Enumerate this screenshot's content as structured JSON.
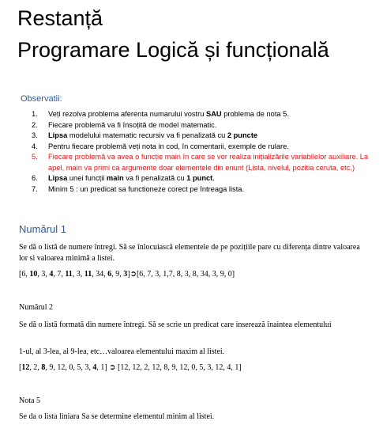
{
  "title_line1": "Restanță",
  "title_line2": "Programare Logică și funcțională",
  "observatii_heading": "Observatii:",
  "rules": [
    {
      "num": "1.",
      "parts": [
        [
          "Veți rezolva problema aferenta numarului vostru ",
          false
        ],
        [
          "SAU",
          true
        ],
        [
          " problema de nota 5.",
          false
        ]
      ],
      "red": false
    },
    {
      "num": "2.",
      "parts": [
        [
          "Fiecare problemă va fi însoțită de model matematic.",
          false
        ]
      ],
      "red": false
    },
    {
      "num": "3.",
      "parts": [
        [
          "Lipsa",
          true
        ],
        [
          " modelului matematic recursiv va fi penalizată cu ",
          false
        ],
        [
          "2 puncte",
          true
        ]
      ],
      "red": false
    },
    {
      "num": "4.",
      "parts": [
        [
          "Pentru fiecare problemă veți nota in cod, în comentarii, exemple de rulare.",
          false
        ]
      ],
      "red": false
    },
    {
      "num": "5.",
      "parts": [
        [
          "Fiecare problemă va avea o funcție main în care se vor realiza inițializările variabilelor auxiliare. La apel, main va primi ca argumente doar elementele din enunt (Lista, nivelul, pozitia ceruta, etc.)",
          false
        ]
      ],
      "red": true
    },
    {
      "num": "6.",
      "parts": [
        [
          "Lipsa",
          true
        ],
        [
          " unei funcții ",
          false
        ],
        [
          "main",
          true
        ],
        [
          " va fi penalizată cu ",
          false
        ],
        [
          "1 punct",
          true
        ],
        [
          ".",
          false
        ]
      ],
      "red": false
    },
    {
      "num": "7.",
      "parts": [
        [
          "Minim 5 : un predicat sa functioneze corect pe întreaga lista.",
          false
        ]
      ],
      "red": false
    }
  ],
  "numarul1_heading": "Numărul 1",
  "numarul1_text": "Se dă o listă de numere întregi. Să se înlocuiască elementele de pe pozițiile pare cu diferența dintre valoarea lor si valoarea minimă a listei.",
  "numarul1_example": [
    [
      "[6, ",
      false
    ],
    [
      "10",
      true
    ],
    [
      ", 3, ",
      false
    ],
    [
      "4",
      true
    ],
    [
      ", 7, ",
      false
    ],
    [
      "11",
      true
    ],
    [
      ", 3, ",
      false
    ],
    [
      "11",
      true
    ],
    [
      ", 34, ",
      false
    ],
    [
      "6",
      true
    ],
    [
      ", 9, ",
      false
    ],
    [
      "3",
      true
    ],
    [
      "]➲[6, 7, 3, 1,7, 8, 3, 8, 34, 3, 9, 0]",
      false
    ]
  ],
  "numarul2_heading": "Numărul 2",
  "numarul2_text1": "Se dă o listă formată din numere întregi. Să se scrie un  predicat care inserează înaintea elementului",
  "numarul2_text2": "1-ul, al 3-lea, al 9-lea, etc…valoarea elementului maxim al listei.",
  "numarul2_example": [
    [
      "[",
      false
    ],
    [
      "12",
      true
    ],
    [
      ", 2, ",
      false
    ],
    [
      "8",
      true
    ],
    [
      ", 9, 12, 0, 5, 3, ",
      false
    ],
    [
      "4",
      true
    ],
    [
      ", 1] ➲ [12, 12, 2, 12, 8, 9, 12, 0, 5, 3, 12, 4, 1]",
      false
    ]
  ],
  "nota5_heading": "Nota 5",
  "nota5_text": "Se da o lista liniara Sa se determine elementul minim al listei."
}
